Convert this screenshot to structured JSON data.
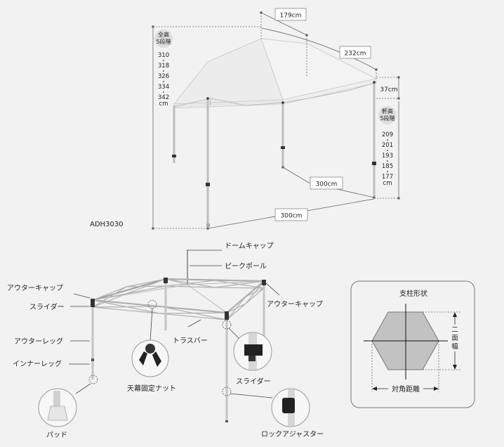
{
  "model": "ADH3030",
  "dims": {
    "top_width": "179cm",
    "eave_span": "232cm",
    "roof_rise": "37cm",
    "depth": "300cm",
    "width": "300cm"
  },
  "total_height": {
    "title_line1": "全高",
    "title_line2": "5段階",
    "values": [
      "310",
      "318",
      "326",
      "334",
      "342"
    ],
    "unit": "cm"
  },
  "eave_height": {
    "title_line1": "軒高",
    "title_line2": "5段階",
    "values": [
      "209",
      "201",
      "193",
      "185",
      "177"
    ],
    "unit": "cm"
  },
  "parts": {
    "dome_cap": "ドームキャップ",
    "peak_pole": "ピークポール",
    "outer_cap_left": "アウターキャップ",
    "outer_cap_right": "アウターキャップ",
    "slider_left": "スライダー",
    "outer_leg": "アウターレッグ",
    "inner_leg": "インナーレッグ",
    "truss_bar": "トラスバー",
    "canopy_nut": "天幕固定ナット",
    "slider_detail": "スライダー",
    "lock_adjuster": "ロックアジャスター",
    "pad": "パッド"
  },
  "pillar_panel": {
    "title": "支柱形状",
    "across": "対角距離",
    "side": "二面幅"
  }
}
